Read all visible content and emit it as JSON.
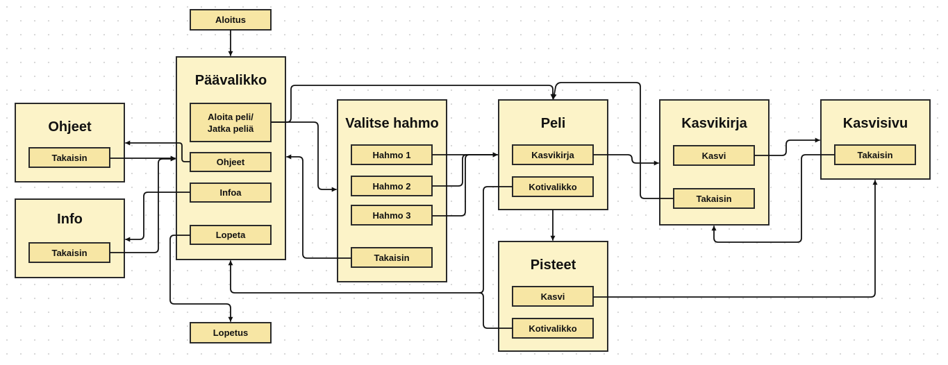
{
  "start": "Aloitus",
  "end": "Lopetus",
  "main_menu": {
    "title": "Päävalikko",
    "play": "Aloita peli/\nJatka peliä",
    "instructions": "Ohjeet",
    "info": "Infoa",
    "quit": "Lopeta"
  },
  "instructions_screen": {
    "title": "Ohjeet",
    "back": "Takaisin"
  },
  "info_screen": {
    "title": "Info",
    "back": "Takaisin"
  },
  "character_select": {
    "title": "Valitse hahmo",
    "character_1": "Hahmo 1",
    "character_2": "Hahmo 2",
    "character_3": "Hahmo 3",
    "back": "Takaisin"
  },
  "game": {
    "title": "Peli",
    "plant_book": "Kasvikirja",
    "home_menu": "Kotivalikko"
  },
  "score": {
    "title": "Pisteet",
    "plant": "Kasvi",
    "home_menu": "Kotivalikko"
  },
  "plant_book": {
    "title": "Kasvikirja",
    "plant": "Kasvi",
    "back": "Takaisin"
  },
  "plant_page": {
    "title": "Kasvisivu",
    "back": "Takaisin"
  }
}
